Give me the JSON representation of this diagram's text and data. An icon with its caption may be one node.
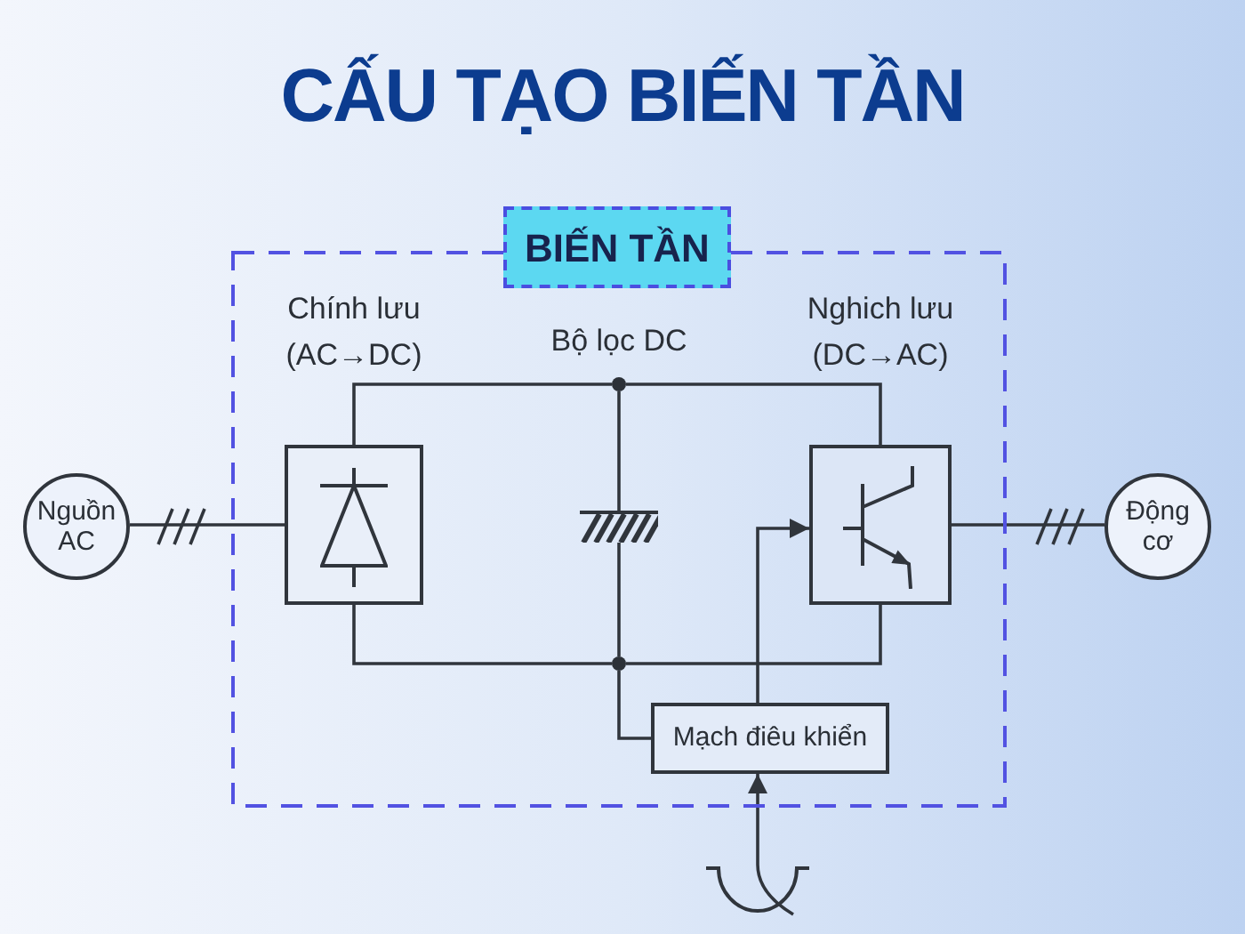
{
  "diagram": {
    "title": "CẤU TẠO BIẾN TẦN",
    "nodes": [
      {
        "text": [
          "BIẾN TẦN"
        ]
      },
      {
        "text": [
          "Nguồn AC"
        ]
      },
      {
        "text": [
          "Chính lưu (AC→DC)"
        ],
        "in": 0
      },
      {
        "text": [],
        "shape": "bar",
        "in": 0
      },
      {
        "text": [
          "Nghich lưu (DC→AC)"
        ],
        "in": 0
      },
      {
        "text": [],
        "shape": "circle",
        "in": 0
      },
      {
        "text": [],
        "shape": "circle",
        "in": 0
      },
      {
        "text": [
          "Mạch điêu khiển"
        ],
        "in": 0
      },
      {
        "text": [
          "Động cơ"
        ]
      },
      {
        "text": [],
        "shape": "picture"
      }
    ],
    "edges": [
      {
        "from": 1,
        "to": 2,
        "arrow": "none"
      },
      {
        "from": 2,
        "to": 5,
        "arrow": "none"
      },
      {
        "from": 5,
        "to": 4,
        "arrow": "none"
      },
      {
        "from": 5,
        "to": 3,
        "arrow": "none"
      },
      {
        "from": 3,
        "to": 6,
        "arrow": "none"
      },
      {
        "from": 2,
        "to": 6,
        "arrow": "none"
      },
      {
        "from": 6,
        "to": 4,
        "arrow": "none"
      },
      {
        "from": 6,
        "to": 7,
        "arrow": "none"
      },
      {
        "from": 7,
        "to": 4,
        "arrow": "to"
      },
      {
        "from": 9,
        "to": 7,
        "arrow": "to"
      },
      {
        "from": 4,
        "to": 8,
        "arrow": "none"
      }
    ],
    "labels": [
      "Bộ lọc DC"
    ]
  }
}
